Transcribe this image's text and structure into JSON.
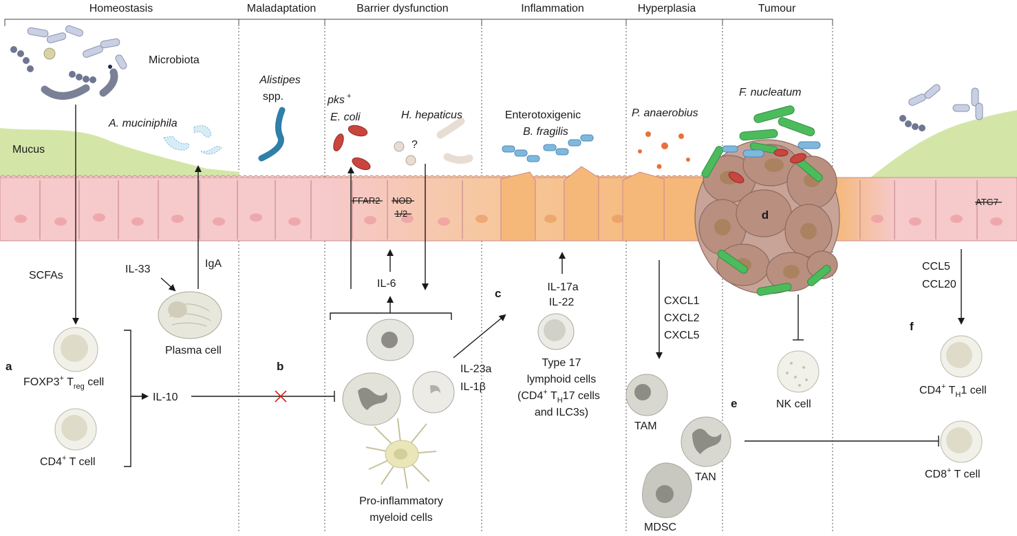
{
  "stages": [
    "Homeostasis",
    "Maladaptation",
    "Barrier dysfunction",
    "Inflammation",
    "Hyperplasia",
    "Tumour"
  ],
  "labels": {
    "microbiota": "Microbiota",
    "a_muciniphila": "A. muciniphila",
    "mucus": "Mucus",
    "alistipes_1": "Alistipes",
    "alistipes_2": "spp.",
    "pks_1": "pks",
    "pks_sup": "+",
    "pks_2": "E. coli",
    "h_hepaticus": "H. hepaticus",
    "question": "?",
    "etbf_1": "Enterotoxigenic",
    "etbf_2": "B. fragilis",
    "p_anaerobius": "P. anaerobius",
    "f_nucleatum": "F. nucleatum",
    "ffar2": "FFAR2",
    "nod_1": "NOD",
    "nod_2": "1/2",
    "atg7": "ATG7",
    "scfas": "SCFAs",
    "il33": "IL-33",
    "iga": "IgA",
    "plasma_cell": "Plasma cell",
    "foxp3": "FOXP3",
    "foxp3_sup": "+",
    "treg_t": " T",
    "treg_sub": "reg",
    "treg_cell": " cell",
    "cd4": "CD4",
    "cd4_sup": "+",
    "cd4_rest": " T cell",
    "il10": "IL-10",
    "il6": "IL-6",
    "il23a": "IL-23a",
    "il1b": "IL-1β",
    "proinfl_1": "Pro-inflammatory",
    "proinfl_2": "myeloid cells",
    "il17a": "IL-17a",
    "il22": "IL-22",
    "type17_1": "Type 17",
    "type17_2": "lymphoid cells",
    "type17_3a": "(CD4",
    "type17_3sup": "+",
    "type17_3b": " T",
    "type17_3sub": "H",
    "type17_3c": "17 cells",
    "type17_4": "and ILC3s)",
    "cxcl1": "CXCL1",
    "cxcl2": "CXCL2",
    "cxcl5": "CXCL5",
    "tam": "TAM",
    "tan": "TAN",
    "mdsc": "MDSC",
    "nk_cell": "NK cell",
    "ccl5": "CCL5",
    "ccl20": "CCL20",
    "th1_a": "CD4",
    "th1_sup": "+",
    "th1_b": " T",
    "th1_sub": "H",
    "th1_c": "1 cell",
    "cd8_a": "CD8",
    "cd8_sup": "+",
    "cd8_b": " T cell"
  },
  "panels": {
    "a": "a",
    "b": "b",
    "c": "c",
    "d": "d",
    "e": "e",
    "f": "f"
  },
  "colors": {
    "mucus": "#cfe3a3",
    "epithelium": "#f4c6c8",
    "epithelium_inflamed": "#f5c48a",
    "tumour": "#b98f80",
    "fuso": "#3daa4e",
    "arrow": "#1a1a1a",
    "block": "#d62020"
  }
}
